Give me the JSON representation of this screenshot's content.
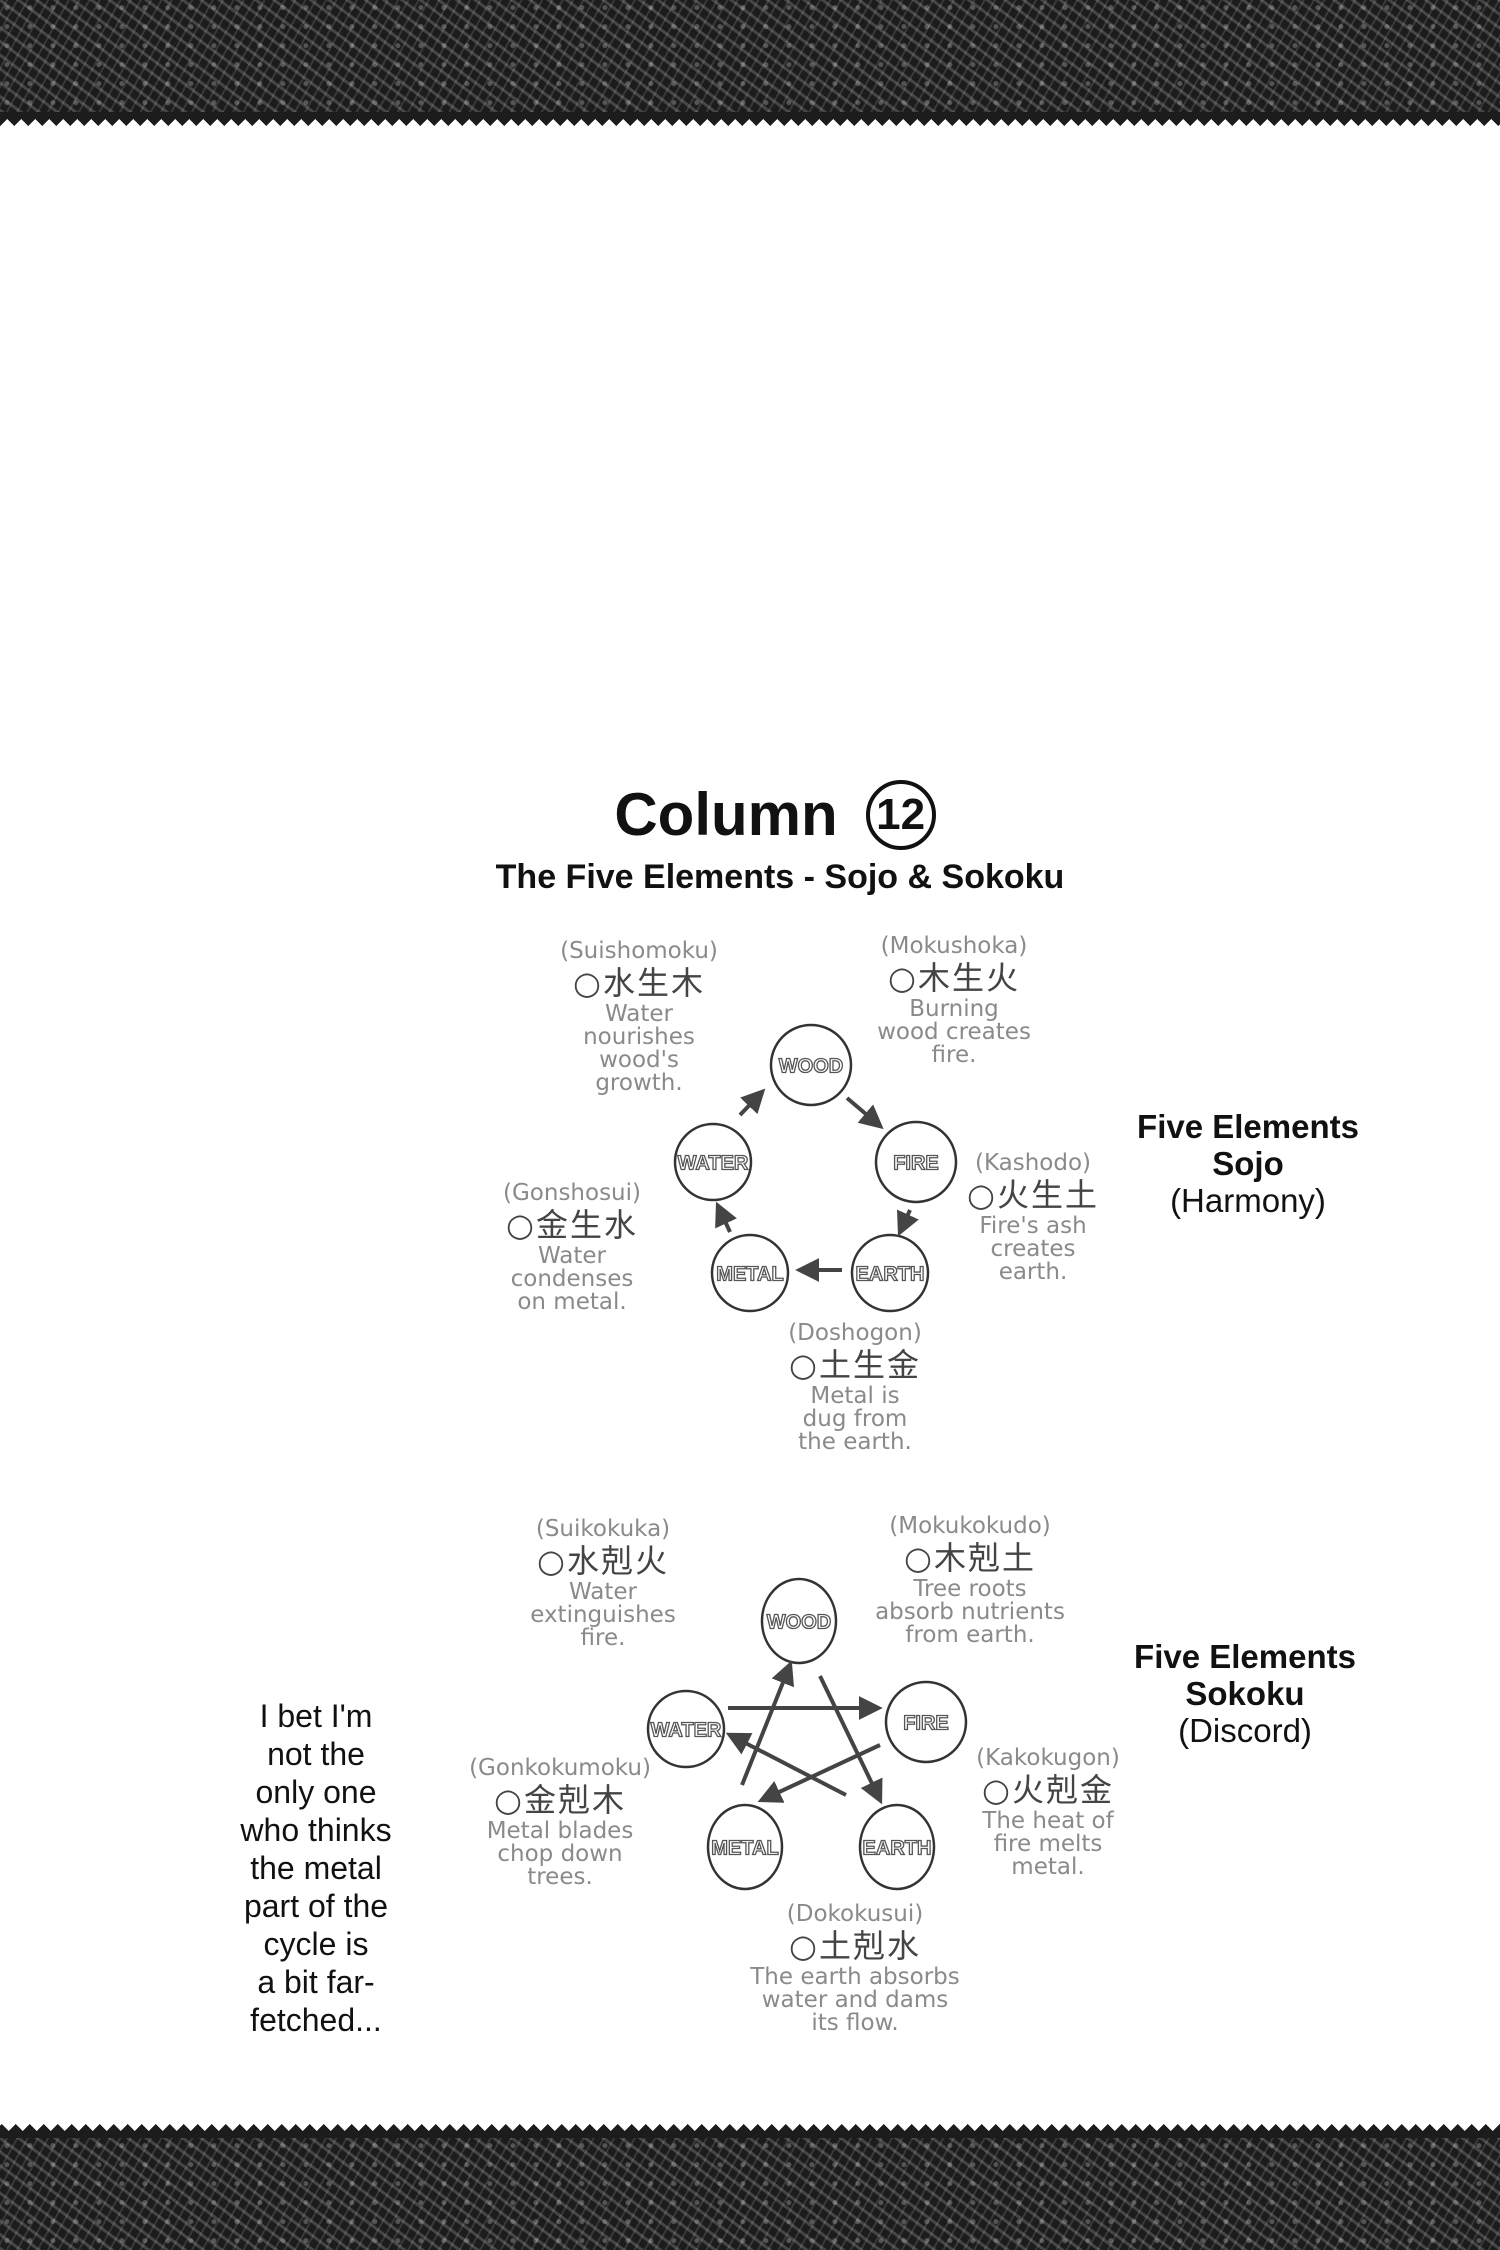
{
  "title": {
    "text": "Column",
    "number": "12"
  },
  "subtitle": "The Five Elements - Sojo & Sokoku",
  "elements": {
    "wood": "WOOD",
    "fire": "FIRE",
    "earth": "EARTH",
    "metal": "METAL",
    "water": "WATER"
  },
  "sojo": {
    "heading": "Five Elements",
    "name": "Sojo",
    "meaning": "(Harmony)",
    "notes": [
      {
        "romaji": "(Suishomoku)",
        "kanji": "○水生木",
        "desc": "Water\nnourishes\nwood's\ngrowth."
      },
      {
        "romaji": "(Mokushoka)",
        "kanji": "○木生火",
        "desc": "Burning\nwood creates\nfire."
      },
      {
        "romaji": "(Kashodo)",
        "kanji": "○火生土",
        "desc": "Fire's ash\ncreates\nearth."
      },
      {
        "romaji": "(Gonshosui)",
        "kanji": "○金生水",
        "desc": "Water\ncondenses\non metal."
      },
      {
        "romaji": "(Doshogon)",
        "kanji": "○土生金",
        "desc": "Metal is\ndug from\nthe earth."
      }
    ]
  },
  "sokoku": {
    "heading": "Five Elements",
    "name": "Sokoku",
    "meaning": "(Discord)",
    "notes": [
      {
        "romaji": "(Suikokuka)",
        "kanji": "○水剋火",
        "desc": "Water\nextinguishes\nfire."
      },
      {
        "romaji": "(Mokukokudo)",
        "kanji": "○木剋土",
        "desc": "Tree roots\nabsorb nutrients\nfrom earth."
      },
      {
        "romaji": "(Gonkokumoku)",
        "kanji": "○金剋木",
        "desc": "Metal blades\nchop down\ntrees."
      },
      {
        "romaji": "(Kakokugon)",
        "kanji": "○火剋金",
        "desc": "The heat of\nfire melts\nmetal."
      },
      {
        "romaji": "(Dokokusui)",
        "kanji": "○土剋水",
        "desc": "The earth absorbs\nwater and dams\nits flow."
      }
    ]
  },
  "aside": "I bet I'm\nnot the\nonly one\nwho thinks\nthe metal\npart of the\ncycle is\na bit far-\nfetched..."
}
